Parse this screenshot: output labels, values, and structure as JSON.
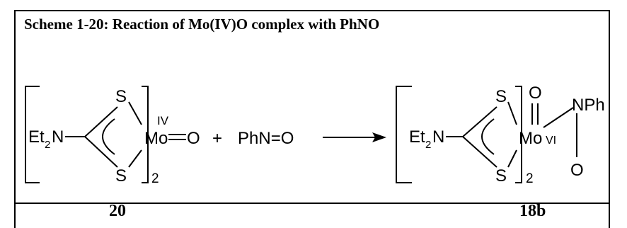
{
  "title": "Scheme 1-20: Reaction of Mo(IV)O complex with PhNO",
  "reactant": {
    "amine": "Et",
    "amine_sub": "2",
    "amine_n": "N",
    "sulfur_top": "S",
    "sulfur_bottom": "S",
    "bracket_count": "2",
    "metal": "Mo",
    "oxidation_state": "IV",
    "oxo": "O",
    "label": "20"
  },
  "plus": "+",
  "reagent": "PhN=O",
  "product": {
    "amine": "Et",
    "amine_sub": "2",
    "amine_n": "N",
    "sulfur_top": "S",
    "sulfur_bottom": "S",
    "bracket_count": "2",
    "metal": "Mo",
    "oxidation_state": "VI",
    "oxo": "O",
    "nitrene": "NPh",
    "ring_oxygen": "O",
    "label": "18b"
  }
}
